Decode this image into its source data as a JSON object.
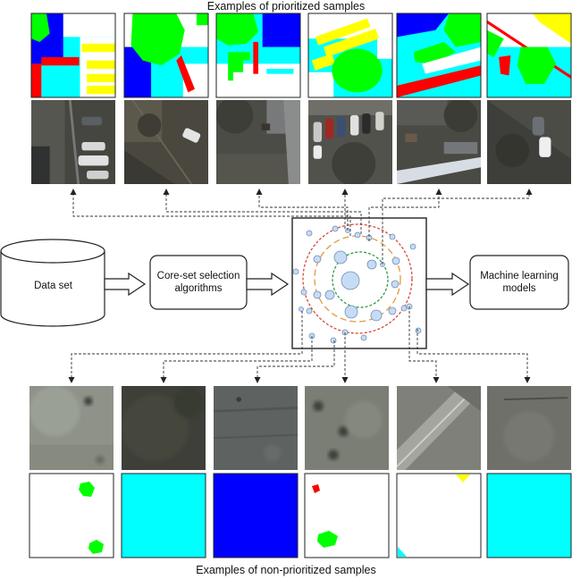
{
  "top_caption": "Examples of prioritized samples",
  "bottom_caption": "Examples of non-prioritized samples",
  "nodes": {
    "dataset": "Data set",
    "coreset": "Core-set selection\nalgorithms",
    "ml": "Machine learning\nmodels"
  },
  "colors": {
    "clutter": "#ffffff",
    "building": "#0000ff",
    "low_vegetation": "#00ffff",
    "tree": "#00ff00",
    "car": "#ffff00",
    "background": "#ff0000",
    "aerial_dark": "#3e3f3b",
    "aerial_grey": "#8e9289",
    "scatter_point": "#c6dcf4",
    "ring_red": "#d84a3a",
    "ring_orange": "#e39a3a",
    "ring_green": "#2f9a48"
  },
  "prioritized_samples": [
    {
      "label_map": "mixed",
      "photo": "parking-lot"
    },
    {
      "label_map": "mixed",
      "photo": "dirt-yard"
    },
    {
      "label_map": "mixed",
      "photo": "trees-and-cars"
    },
    {
      "label_map": "mixed",
      "photo": "parked-cars"
    },
    {
      "label_map": "mixed",
      "photo": "rooftops"
    },
    {
      "label_map": "mixed",
      "photo": "car-and-trees"
    }
  ],
  "non_prioritized_samples": [
    {
      "label_map": "low-vegetation-with-small-trees",
      "photo": "grey-field"
    },
    {
      "label_map": "uniform-low-vegetation",
      "photo": "dark-ground"
    },
    {
      "label_map": "uniform-building",
      "photo": "roof-surface"
    },
    {
      "label_map": "low-vegetation-with-small-trees",
      "photo": "ground-patches"
    },
    {
      "label_map": "low-vegetation-with-corners",
      "photo": "road-edge"
    },
    {
      "label_map": "uniform-low-vegetation",
      "photo": "grey-ground"
    }
  ]
}
